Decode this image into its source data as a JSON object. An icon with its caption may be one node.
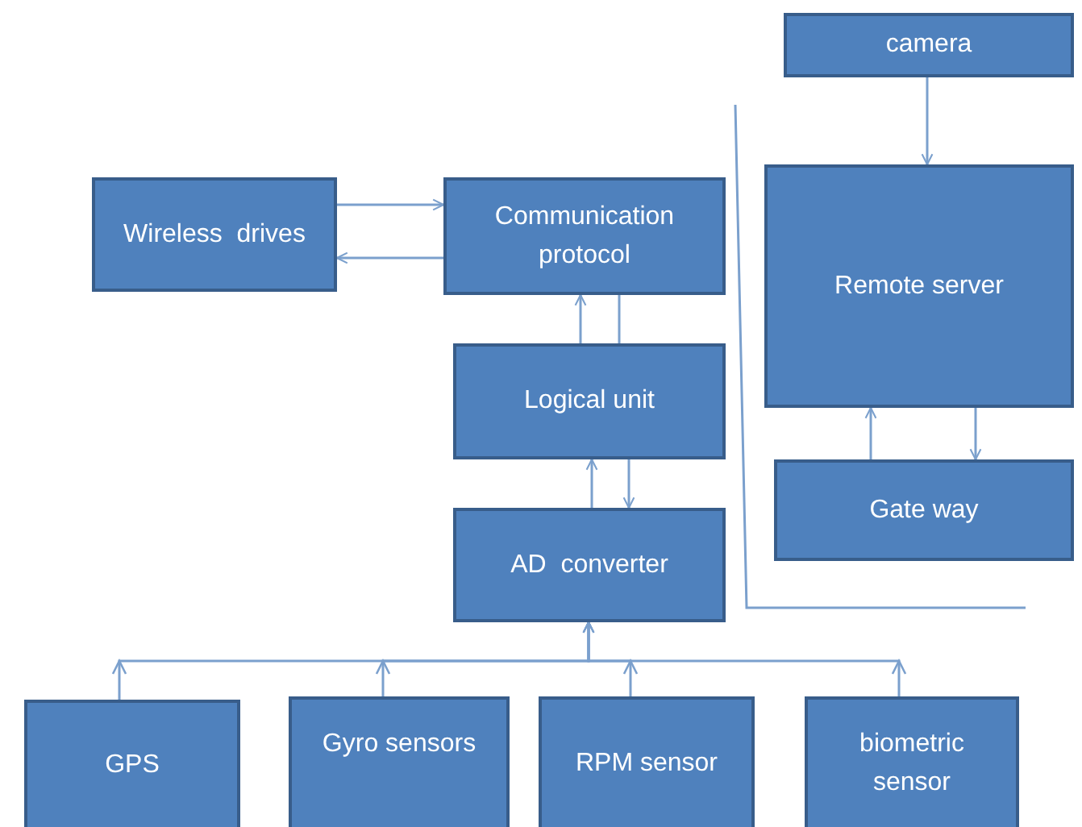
{
  "diagram": {
    "nodes": [
      {
        "text": [
          "Wireless  drives"
        ]
      },
      {
        "text": [
          "Communication protocol"
        ]
      },
      {
        "text": [
          "Logical unit"
        ]
      },
      {
        "text": [
          "AD  converter"
        ]
      },
      {
        "text": [
          "GPS"
        ]
      },
      {
        "text": [
          "Gyro sensors"
        ]
      },
      {
        "text": [
          "RPM sensor"
        ]
      },
      {
        "text": [
          "biometric sensor"
        ]
      },
      {
        "text": [
          "camera"
        ]
      },
      {
        "text": [
          "Remote server"
        ]
      },
      {
        "text": [
          "Gate way"
        ]
      }
    ],
    "edges": [
      {
        "from": 0,
        "to": 1,
        "arrow": "to"
      },
      {
        "from": 1,
        "to": 0,
        "arrow": "to"
      },
      {
        "from": 2,
        "to": 1,
        "arrow": "to"
      },
      {
        "from": 1,
        "to": 2,
        "arrow": "none"
      },
      {
        "from": 3,
        "to": 2,
        "arrow": "to"
      },
      {
        "from": 2,
        "to": 3,
        "arrow": "to"
      },
      {
        "from": 4,
        "to": 3,
        "arrow": "to"
      },
      {
        "from": 5,
        "to": 3,
        "arrow": "to"
      },
      {
        "from": 6,
        "to": 3,
        "arrow": "to"
      },
      {
        "from": 7,
        "to": 3,
        "arrow": "to"
      },
      {
        "from": 8,
        "to": 9,
        "arrow": "to"
      },
      {
        "from": 10,
        "to": 9,
        "arrow": "to"
      },
      {
        "from": 9,
        "to": 10,
        "arrow": "to"
      }
    ]
  }
}
